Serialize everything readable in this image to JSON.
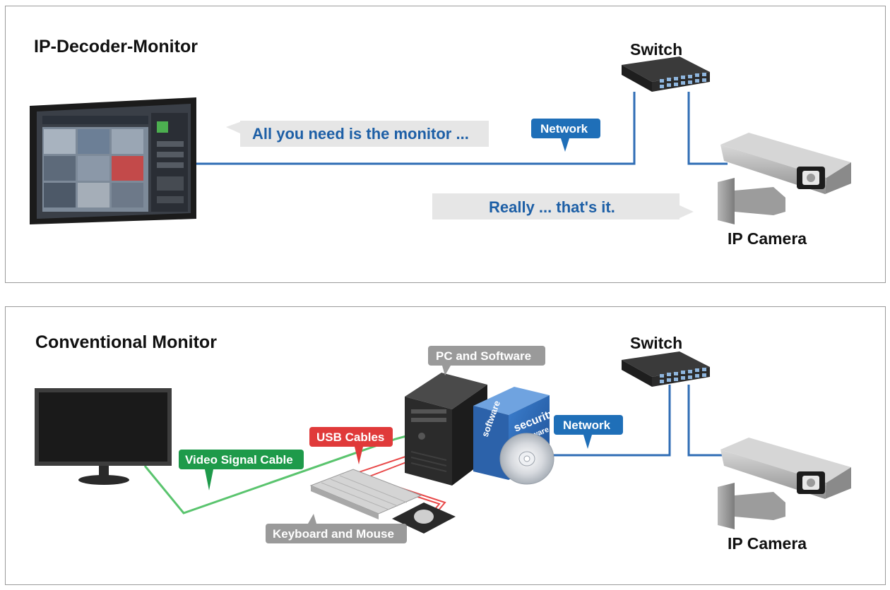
{
  "top_panel": {
    "title": "IP-Decoder-Monitor",
    "switch_label": "Switch",
    "camera_label": "IP Camera",
    "network_tag": "Network",
    "bubble_1": "All you need is the monitor ...",
    "bubble_2": "Really ... that's it."
  },
  "bottom_panel": {
    "title": "Conventional Monitor",
    "switch_label": "Switch",
    "camera_label": "IP Camera",
    "network_tag": "Network",
    "pc_tag": "PC and Software",
    "usb_tag": "USB Cables",
    "video_tag": "Video Signal Cable",
    "keyboard_tag": "Keyboard and Mouse",
    "box_text_1": "security",
    "box_text_2": "software",
    "box_text_3": "software"
  },
  "colors": {
    "network_blue": "#2f6db5",
    "tag_blue": "#1f6fb8",
    "tag_red": "#e03a3a",
    "tag_green": "#1e9a4a",
    "tag_gray": "#9a9a9a",
    "bubble_gray": "#e6e6e6",
    "video_cable_green": "#5ac46e",
    "usb_cable_red": "#e84848"
  },
  "icons": [
    "monitor-icon",
    "switch-icon",
    "ip-camera-icon",
    "pc-tower-icon",
    "software-box-icon",
    "cd-icon",
    "keyboard-icon",
    "mouse-icon"
  ]
}
